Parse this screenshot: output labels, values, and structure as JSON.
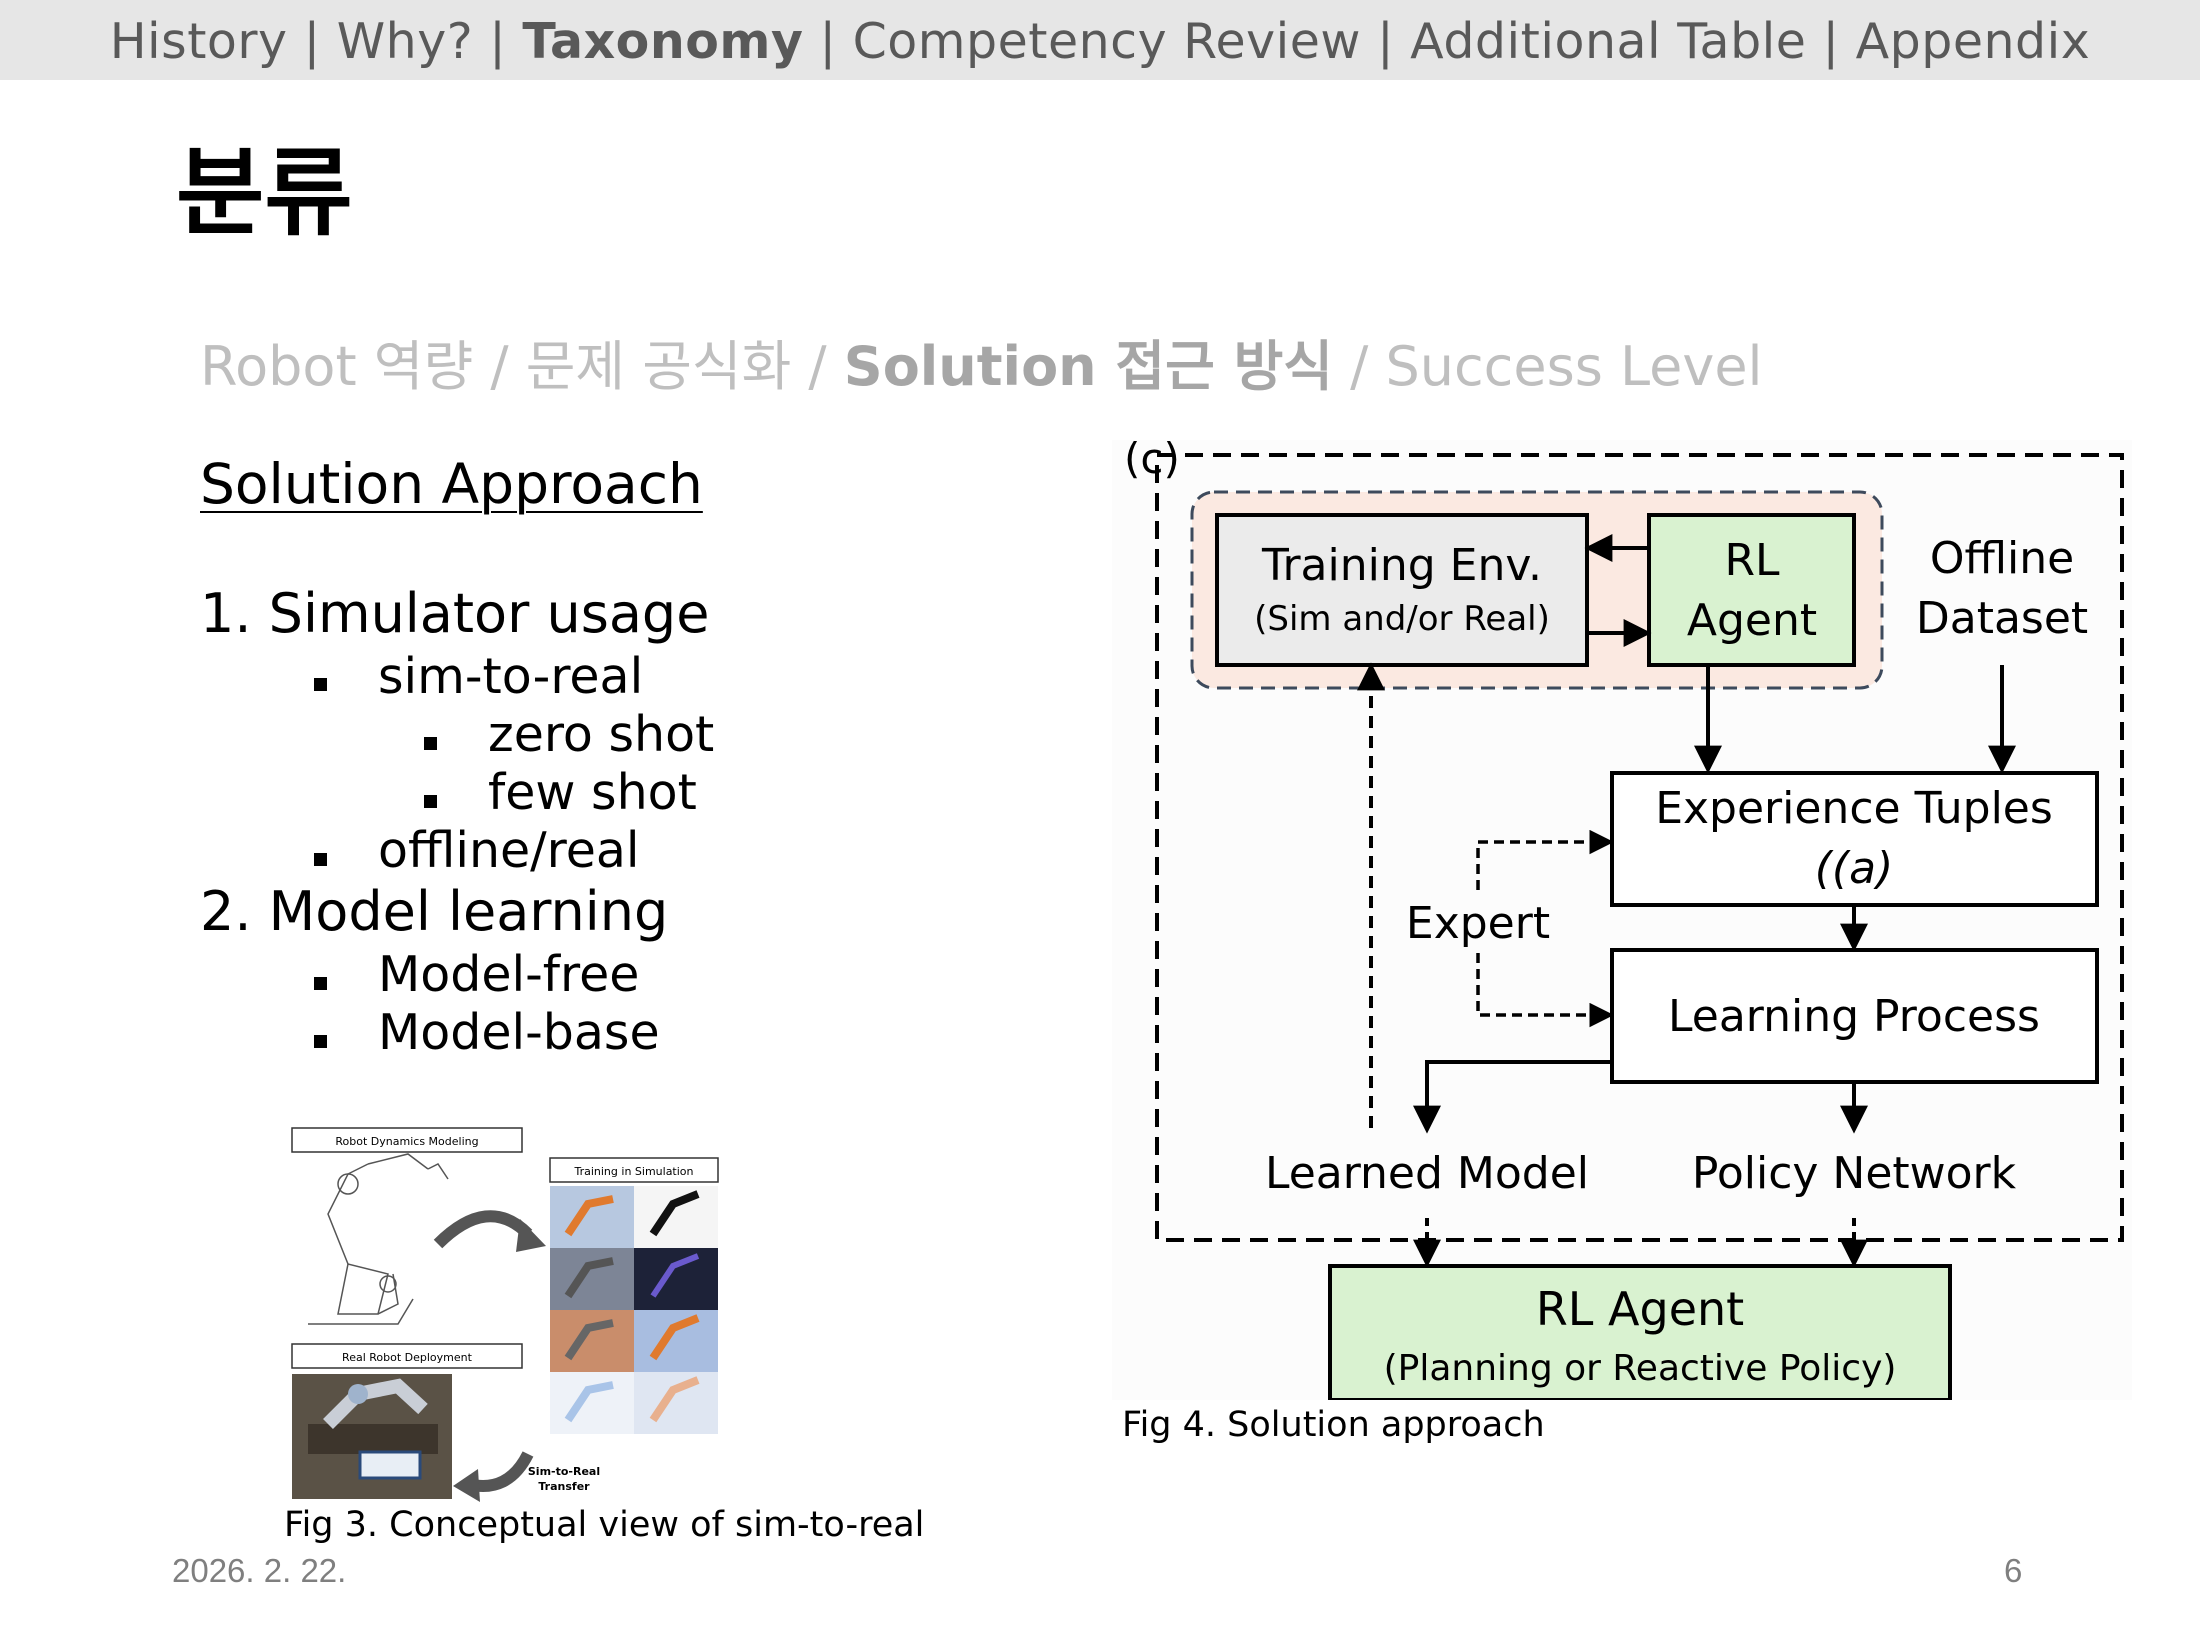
{
  "top_nav": {
    "items": [
      "History",
      "Why?",
      "Taxonomy",
      "Competency Review",
      "Additional Table",
      "Appendix"
    ],
    "separator": " | ",
    "active_index": 2
  },
  "page_title": "분류",
  "sub_nav": {
    "items": [
      "Robot 역량",
      "문제 공식화",
      "Solution 접근 방식",
      "Success Level"
    ],
    "separator": " / ",
    "active_index": 2
  },
  "section_heading": "Solution Approach",
  "outline": {
    "item1": "1. Simulator usage",
    "item1_sub1": "sim-to-real",
    "item1_sub1_a": "zero shot",
    "item1_sub1_b": "few shot",
    "item1_sub2": "offline/real",
    "item2": "2. Model learning",
    "item2_sub1": "Model-free",
    "item2_sub2": "Model-base"
  },
  "fig3": {
    "label_dynamics": "Robot Dynamics Modeling",
    "label_training": "Training in Simulation",
    "label_deploy": "Real Robot Deployment",
    "label_transfer_1": "Sim-to-Real",
    "label_transfer_2": "Transfer",
    "caption": "Fig 3. Conceptual view of sim-to-real"
  },
  "fig4": {
    "panel_label": "(c)",
    "training_env_1": "Training Env.",
    "training_env_2": "(Sim and/or Real)",
    "rl_agent_1": "RL",
    "rl_agent_2": "Agent",
    "offline_1": "Offline",
    "offline_2": "Dataset",
    "experience_1": "Experience Tuples",
    "experience_2": "(a",
    "expert": "Expert",
    "learning_process": "Learning Process",
    "learned_model": "Learned Model",
    "policy_network": "Policy Network",
    "final_agent_1": "RL Agent",
    "final_agent_2": "(Planning or Reactive Policy)",
    "caption": "Fig 4. Solution approach"
  },
  "footer": {
    "date": "2026. 2. 22.",
    "page_number": "6"
  },
  "colors": {
    "agent_green": "#d9f2d0",
    "env_grey": "#ebebeb",
    "highlight_peach": "#fbe9e1",
    "nav_bg": "#e6e6e6"
  }
}
